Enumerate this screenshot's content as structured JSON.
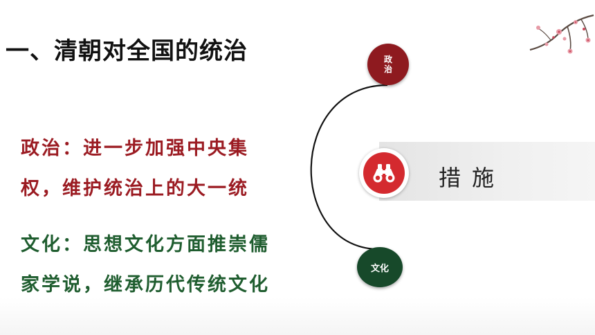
{
  "slide": {
    "title": "一、清朝对全国的统治"
  },
  "content": {
    "politics_line1": "政治：进一步加强中央集",
    "politics_line2": "权，维护统治上的大一统",
    "culture_line1": "文化：思想文化方面推崇儒",
    "culture_line2": "家学说，继承历代传统文化"
  },
  "diagram": {
    "politics_badge": "政治",
    "culture_badge": "文化",
    "measures_label": "措施"
  },
  "colors": {
    "politics_red": "#9b1b22",
    "culture_green": "#1f5d2f",
    "accent_red": "#d42a2f"
  },
  "icons": {
    "measures": "binoculars-icon",
    "decoration": "plum-blossom-icon"
  }
}
